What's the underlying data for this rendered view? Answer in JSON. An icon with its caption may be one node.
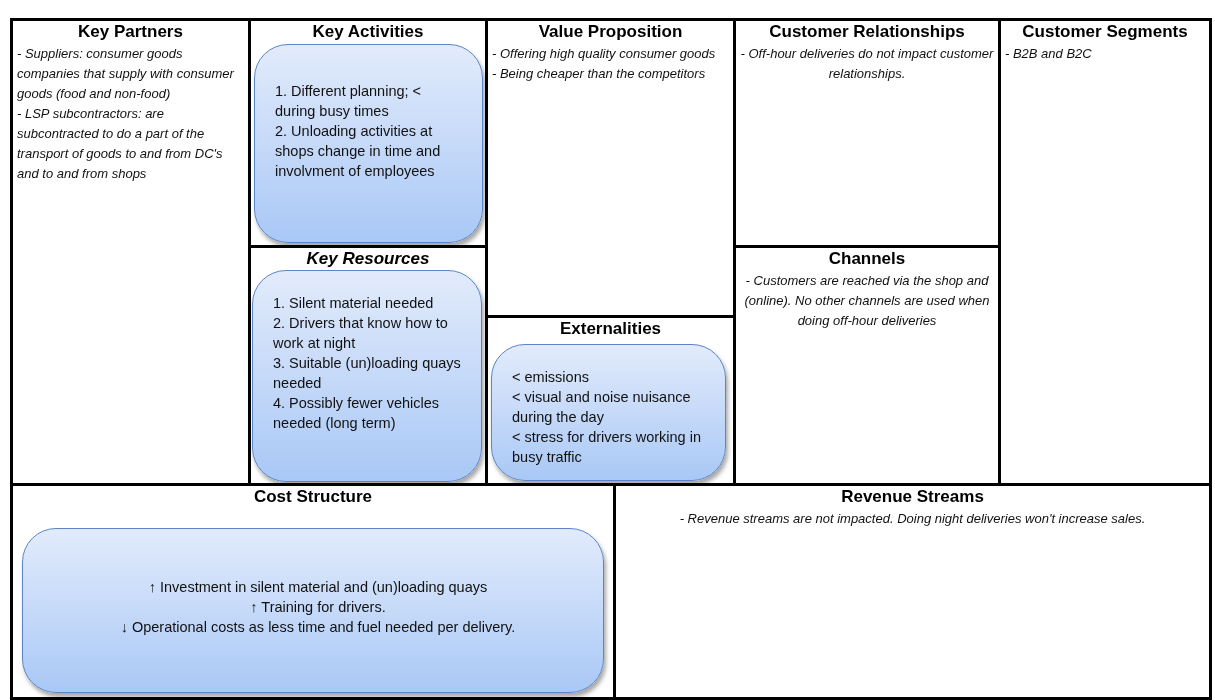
{
  "diagram": {
    "nodes": [
      {
        "text": [
          "Key Partners",
          "- Suppliers: consumer goods companies that supply with consumer goods (food and non-food)",
          "- LSP subcontractors: are subcontracted to do a part of the transport of goods to and from DC's and to and from shops"
        ]
      },
      {
        "text": [
          "Key Activities"
        ]
      },
      {
        "text": [
          "1. Different planning; < during busy times",
          "2. Unloading activities at shops change in time and involvment of employees"
        ],
        "in": 1
      },
      {
        "text": [
          "Key Resources"
        ]
      },
      {
        "text": [
          "1. Silent material needed",
          "2. Drivers that know how to work at night",
          "3. Suitable (un)loading quays needed",
          "4. Possibly fewer vehicles needed (long term)"
        ],
        "in": 3
      },
      {
        "text": [
          "Value Proposition",
          "- Offering high quality consumer goods",
          "- Being cheaper than the competitors"
        ]
      },
      {
        "text": [
          "Externalities"
        ]
      },
      {
        "text": [
          "< emissions",
          "< visual and noise nuisance during the day",
          "< stress for drivers working in busy traffic"
        ],
        "in": 6
      },
      {
        "text": [
          "Customer Relationships",
          "- Off-hour deliveries do not impact customer relationships."
        ]
      },
      {
        "text": [
          "Channels",
          "- Customers are reached via the shop and (online). No other channels are used when doing off-hour deliveries"
        ]
      },
      {
        "text": [
          "Customer Segments",
          "- B2B and B2C"
        ]
      },
      {
        "text": [
          "Cost Structure"
        ]
      },
      {
        "text": [
          "↑ Investment in silent material and (un)loading quays",
          "↑ Training for drivers.",
          "↓ Operational costs as less time and fuel needed per delivery."
        ],
        "in": 11
      },
      {
        "text": [
          "Revenue Streams",
          "- Revenue streams are not impacted. Doing night deliveries won't increase sales."
        ]
      }
    ]
  }
}
